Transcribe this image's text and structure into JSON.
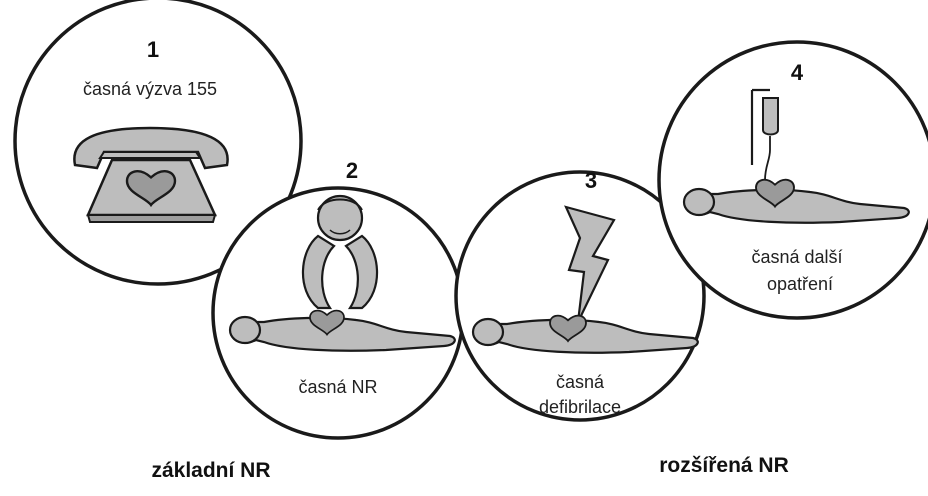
{
  "steps": [
    {
      "number": "1",
      "caption": [
        "časná výzva 155"
      ]
    },
    {
      "number": "2",
      "caption": [
        "časná NR"
      ]
    },
    {
      "number": "3",
      "caption": [
        "časná",
        "defibrilace"
      ]
    },
    {
      "number": "4",
      "caption": [
        "časná další",
        "opatření"
      ]
    }
  ],
  "footer": {
    "left_label": "základní NR",
    "right_label": "rozšířená NR"
  },
  "colors": {
    "outline": "#1a1a1a",
    "fill_gray": "#bdbdbd",
    "heart": "#9a9a9a",
    "background": "#ffffff"
  }
}
